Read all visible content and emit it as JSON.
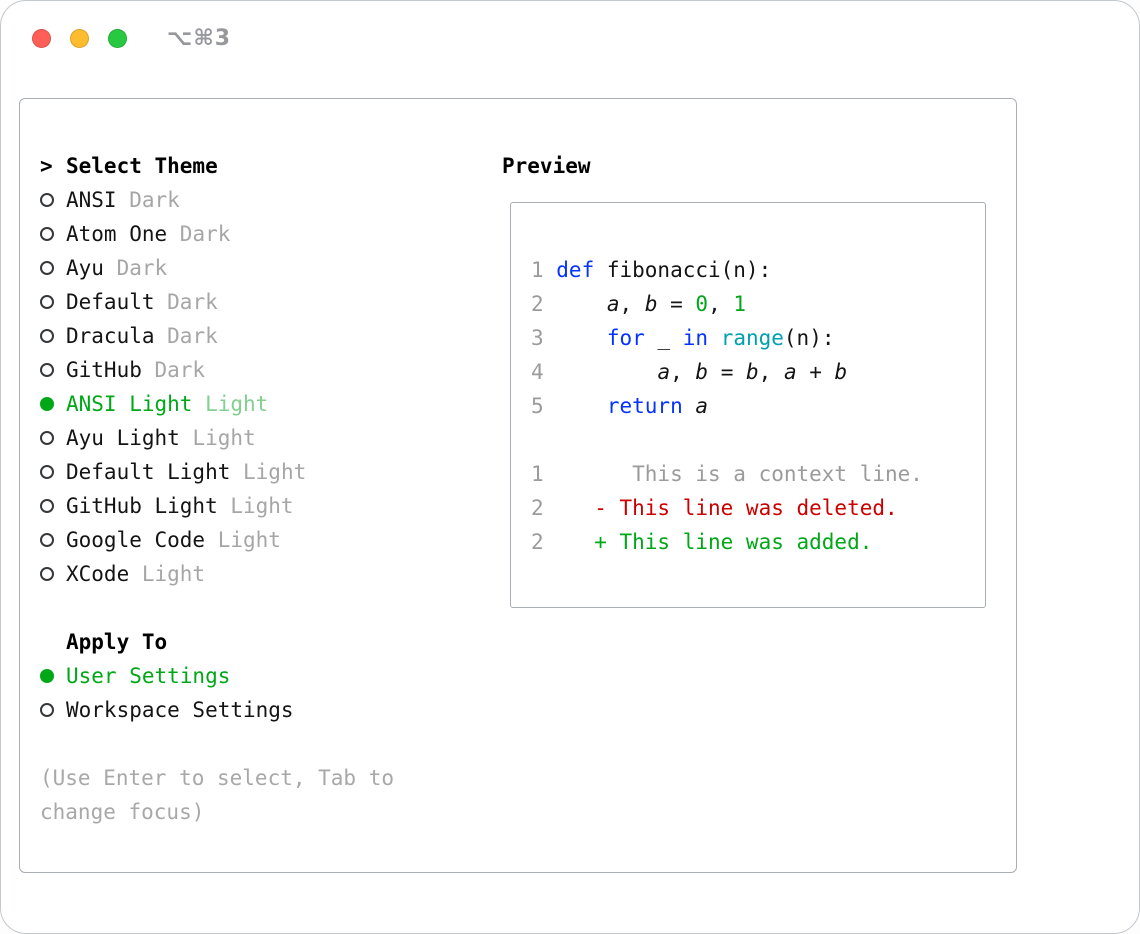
{
  "window": {
    "titlebar_title": "⌥⌘3"
  },
  "colors": {
    "green": "#00a818",
    "light_green": "#82cf92",
    "blue": "#0432ff",
    "cyan": "#00a0b0",
    "red": "#cc0000",
    "gray_muted": "#9b9b9b",
    "text": "#141414",
    "border": "#a9aeb4",
    "traffic_red": "#ff5f57",
    "traffic_yellow": "#febc2e",
    "traffic_green": "#28c840"
  },
  "theme_menu": {
    "header_prefix": ">",
    "header": "Select Theme",
    "items": [
      {
        "name": "ANSI",
        "variant": "Dark",
        "selected": false
      },
      {
        "name": "Atom One",
        "variant": "Dark",
        "selected": false
      },
      {
        "name": "Ayu",
        "variant": "Dark",
        "selected": false
      },
      {
        "name": "Default",
        "variant": "Dark",
        "selected": false
      },
      {
        "name": "Dracula",
        "variant": "Dark",
        "selected": false
      },
      {
        "name": "GitHub",
        "variant": "Dark",
        "selected": false
      },
      {
        "name": "ANSI Light",
        "variant": "Light",
        "selected": true
      },
      {
        "name": "Ayu Light",
        "variant": "Light",
        "selected": false
      },
      {
        "name": "Default Light",
        "variant": "Light",
        "selected": false
      },
      {
        "name": "GitHub Light",
        "variant": "Light",
        "selected": false
      },
      {
        "name": "Google Code",
        "variant": "Light",
        "selected": false
      },
      {
        "name": "XCode",
        "variant": "Light",
        "selected": false
      }
    ]
  },
  "apply_to": {
    "header": "Apply To",
    "options": [
      {
        "label": "User Settings",
        "selected": true
      },
      {
        "label": "Workspace Settings",
        "selected": false
      }
    ]
  },
  "hint": "(Use Enter to select, Tab to change focus)",
  "preview": {
    "header": "Preview",
    "code_lines": [
      {
        "num": "1",
        "segments": [
          {
            "t": "def",
            "c": "kw"
          },
          {
            "t": " fibonacci(n):",
            "c": "plain"
          }
        ]
      },
      {
        "num": "2",
        "segments": [
          {
            "t": "    ",
            "c": "plain"
          },
          {
            "t": "a",
            "c": "var"
          },
          {
            "t": ", ",
            "c": "plain"
          },
          {
            "t": "b",
            "c": "var"
          },
          {
            "t": " = ",
            "c": "plain"
          },
          {
            "t": "0",
            "c": "num"
          },
          {
            "t": ", ",
            "c": "plain"
          },
          {
            "t": "1",
            "c": "num"
          }
        ]
      },
      {
        "num": "3",
        "segments": [
          {
            "t": "    ",
            "c": "plain"
          },
          {
            "t": "for",
            "c": "kw"
          },
          {
            "t": " _ ",
            "c": "plain"
          },
          {
            "t": "in",
            "c": "kw"
          },
          {
            "t": " ",
            "c": "plain"
          },
          {
            "t": "range",
            "c": "fn"
          },
          {
            "t": "(n):",
            "c": "plain"
          }
        ]
      },
      {
        "num": "4",
        "segments": [
          {
            "t": "        ",
            "c": "plain"
          },
          {
            "t": "a",
            "c": "var"
          },
          {
            "t": ", ",
            "c": "plain"
          },
          {
            "t": "b",
            "c": "var"
          },
          {
            "t": " = ",
            "c": "plain"
          },
          {
            "t": "b",
            "c": "var"
          },
          {
            "t": ", ",
            "c": "plain"
          },
          {
            "t": "a",
            "c": "var"
          },
          {
            "t": " + ",
            "c": "plain"
          },
          {
            "t": "b",
            "c": "var"
          }
        ]
      },
      {
        "num": "5",
        "segments": [
          {
            "t": "    ",
            "c": "plain"
          },
          {
            "t": "return",
            "c": "kw"
          },
          {
            "t": " ",
            "c": "plain"
          },
          {
            "t": "a",
            "c": "var"
          }
        ]
      },
      {
        "blank": true
      },
      {
        "num": "1",
        "segments": [
          {
            "t": "      This is a context line.",
            "c": "ctx"
          }
        ]
      },
      {
        "num": "2",
        "segments": [
          {
            "t": "   ",
            "c": "plain"
          },
          {
            "t": "- This line was deleted.",
            "c": "del"
          }
        ]
      },
      {
        "num": "2",
        "segments": [
          {
            "t": "   ",
            "c": "plain"
          },
          {
            "t": "+ This line was added.",
            "c": "add"
          }
        ]
      }
    ]
  }
}
